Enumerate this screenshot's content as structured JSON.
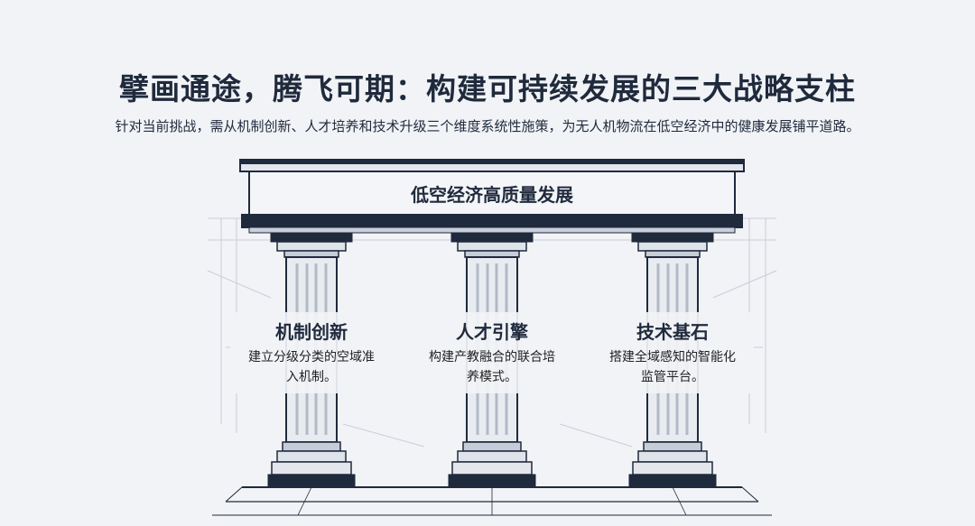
{
  "title": "擘画通途，腾飞可期：构建可持续发展的三大战略支柱",
  "subtitle": "针对当前挑战，需从机制创新、人才培养和技术升级三个维度系统性施策，为无人机物流在低空经济中的健康发展铺平道路。",
  "beam_label": "低空经济高质量发展",
  "pillars": [
    {
      "title": "机制创新",
      "desc_line1": "建立分级分类的空域准",
      "desc_line2": "入机制。"
    },
    {
      "title": "人才引擎",
      "desc_line1": "构建产教融合的联合培",
      "desc_line2": "养模式。"
    },
    {
      "title": "技术基石",
      "desc_line1": "搭建全域感知的智能化",
      "desc_line2": "监管平台。"
    }
  ],
  "colors": {
    "navy": "#1f2a3c",
    "stone": "#e3e6ec",
    "background": "#f1f3f6"
  }
}
